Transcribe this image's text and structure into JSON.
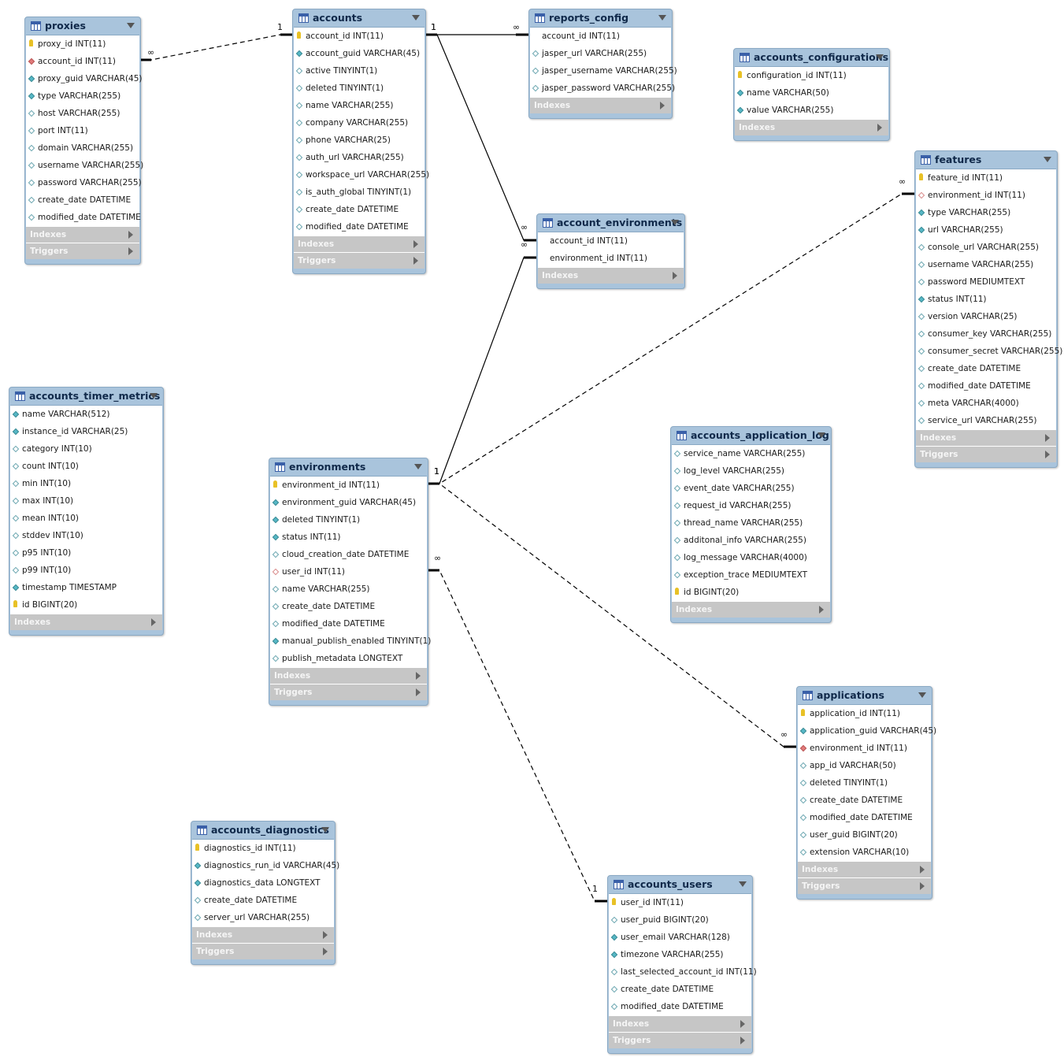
{
  "sections": {
    "indexes": "Indexes",
    "triggers": "Triggers"
  },
  "colors": {
    "header": "#a9c4dc",
    "section_bar": "#c6c6c6",
    "primary_key": "#e8c126",
    "not_null": "#56b8c6",
    "foreign_key": "#e17b7b"
  },
  "tables": [
    {
      "name": "proxies",
      "triggers": true,
      "columns": [
        {
          "text": "proxy_id INT(11)",
          "icon": "pk"
        },
        {
          "text": "account_id INT(11)",
          "icon": "fk"
        },
        {
          "text": "proxy_guid VARCHAR(45)",
          "icon": "nn"
        },
        {
          "text": "type VARCHAR(255)",
          "icon": "nn"
        },
        {
          "text": "host VARCHAR(255)",
          "icon": "nullable"
        },
        {
          "text": "port INT(11)",
          "icon": "nullable"
        },
        {
          "text": "domain VARCHAR(255)",
          "icon": "nullable"
        },
        {
          "text": "username VARCHAR(255)",
          "icon": "nullable"
        },
        {
          "text": "password VARCHAR(255)",
          "icon": "nullable"
        },
        {
          "text": "create_date DATETIME",
          "icon": "nullable"
        },
        {
          "text": "modified_date DATETIME",
          "icon": "nullable"
        }
      ]
    },
    {
      "name": "accounts",
      "triggers": true,
      "columns": [
        {
          "text": "account_id INT(11)",
          "icon": "pk"
        },
        {
          "text": "account_guid VARCHAR(45)",
          "icon": "nn"
        },
        {
          "text": "active TINYINT(1)",
          "icon": "nullable"
        },
        {
          "text": "deleted TINYINT(1)",
          "icon": "nullable"
        },
        {
          "text": "name VARCHAR(255)",
          "icon": "nullable"
        },
        {
          "text": "company VARCHAR(255)",
          "icon": "nullable"
        },
        {
          "text": "phone VARCHAR(25)",
          "icon": "nullable"
        },
        {
          "text": "auth_url VARCHAR(255)",
          "icon": "nullable"
        },
        {
          "text": "workspace_url VARCHAR(255)",
          "icon": "nullable"
        },
        {
          "text": "is_auth_global TINYINT(1)",
          "icon": "nullable"
        },
        {
          "text": "create_date DATETIME",
          "icon": "nullable"
        },
        {
          "text": "modified_date DATETIME",
          "icon": "nullable"
        }
      ]
    },
    {
      "name": "reports_config",
      "triggers": false,
      "columns": [
        {
          "text": "account_id INT(11)",
          "icon": "none"
        },
        {
          "text": "jasper_url VARCHAR(255)",
          "icon": "nullable"
        },
        {
          "text": "jasper_username VARCHAR(255)",
          "icon": "nullable"
        },
        {
          "text": "jasper_password VARCHAR(255)",
          "icon": "nullable"
        }
      ]
    },
    {
      "name": "accounts_configurations",
      "triggers": false,
      "columns": [
        {
          "text": "configuration_id INT(11)",
          "icon": "pk"
        },
        {
          "text": "name VARCHAR(50)",
          "icon": "nn"
        },
        {
          "text": "value VARCHAR(255)",
          "icon": "nn"
        }
      ]
    },
    {
      "name": "account_environments",
      "triggers": false,
      "columns": [
        {
          "text": "account_id INT(11)",
          "icon": "none"
        },
        {
          "text": "environment_id INT(11)",
          "icon": "none"
        }
      ]
    },
    {
      "name": "features",
      "triggers": true,
      "columns": [
        {
          "text": "feature_id INT(11)",
          "icon": "pk"
        },
        {
          "text": "environment_id INT(11)",
          "icon": "fkn"
        },
        {
          "text": "type VARCHAR(255)",
          "icon": "nn"
        },
        {
          "text": "url VARCHAR(255)",
          "icon": "nn"
        },
        {
          "text": "console_url VARCHAR(255)",
          "icon": "nullable"
        },
        {
          "text": "username VARCHAR(255)",
          "icon": "nullable"
        },
        {
          "text": "password MEDIUMTEXT",
          "icon": "nullable"
        },
        {
          "text": "status INT(11)",
          "icon": "nn"
        },
        {
          "text": "version VARCHAR(25)",
          "icon": "nullable"
        },
        {
          "text": "consumer_key VARCHAR(255)",
          "icon": "nullable"
        },
        {
          "text": "consumer_secret VARCHAR(255)",
          "icon": "nullable"
        },
        {
          "text": "create_date DATETIME",
          "icon": "nullable"
        },
        {
          "text": "modified_date DATETIME",
          "icon": "nullable"
        },
        {
          "text": "meta VARCHAR(4000)",
          "icon": "nullable"
        },
        {
          "text": "service_url VARCHAR(255)",
          "icon": "nullable"
        }
      ]
    },
    {
      "name": "accounts_timer_metrics",
      "triggers": false,
      "columns": [
        {
          "text": "name VARCHAR(512)",
          "icon": "nn"
        },
        {
          "text": "instance_id VARCHAR(25)",
          "icon": "nn"
        },
        {
          "text": "category INT(10)",
          "icon": "nullable"
        },
        {
          "text": "count INT(10)",
          "icon": "nullable"
        },
        {
          "text": "min INT(10)",
          "icon": "nullable"
        },
        {
          "text": "max INT(10)",
          "icon": "nullable"
        },
        {
          "text": "mean INT(10)",
          "icon": "nullable"
        },
        {
          "text": "stddev INT(10)",
          "icon": "nullable"
        },
        {
          "text": "p95 INT(10)",
          "icon": "nullable"
        },
        {
          "text": "p99 INT(10)",
          "icon": "nullable"
        },
        {
          "text": "timestamp TIMESTAMP",
          "icon": "nn"
        },
        {
          "text": "id BIGINT(20)",
          "icon": "pk"
        }
      ]
    },
    {
      "name": "environments",
      "triggers": true,
      "columns": [
        {
          "text": "environment_id INT(11)",
          "icon": "pk"
        },
        {
          "text": "environment_guid VARCHAR(45)",
          "icon": "nn"
        },
        {
          "text": "deleted TINYINT(1)",
          "icon": "nn"
        },
        {
          "text": "status INT(11)",
          "icon": "nn"
        },
        {
          "text": "cloud_creation_date DATETIME",
          "icon": "nullable"
        },
        {
          "text": "user_id INT(11)",
          "icon": "fkn"
        },
        {
          "text": "name VARCHAR(255)",
          "icon": "nullable"
        },
        {
          "text": "create_date DATETIME",
          "icon": "nullable"
        },
        {
          "text": "modified_date DATETIME",
          "icon": "nullable"
        },
        {
          "text": "manual_publish_enabled TINYINT(1)",
          "icon": "nn"
        },
        {
          "text": "publish_metadata LONGTEXT",
          "icon": "nullable"
        }
      ]
    },
    {
      "name": "accounts_application_log",
      "triggers": false,
      "columns": [
        {
          "text": "service_name VARCHAR(255)",
          "icon": "nullable"
        },
        {
          "text": "log_level VARCHAR(255)",
          "icon": "nullable"
        },
        {
          "text": "event_date VARCHAR(255)",
          "icon": "nullable"
        },
        {
          "text": "request_id VARCHAR(255)",
          "icon": "nullable"
        },
        {
          "text": "thread_name VARCHAR(255)",
          "icon": "nullable"
        },
        {
          "text": "additonal_info VARCHAR(255)",
          "icon": "nullable"
        },
        {
          "text": "log_message VARCHAR(4000)",
          "icon": "nullable"
        },
        {
          "text": "exception_trace MEDIUMTEXT",
          "icon": "nullable"
        },
        {
          "text": "id BIGINT(20)",
          "icon": "pk"
        }
      ]
    },
    {
      "name": "applications",
      "triggers": true,
      "columns": [
        {
          "text": "application_id INT(11)",
          "icon": "pk"
        },
        {
          "text": "application_guid VARCHAR(45)",
          "icon": "nn"
        },
        {
          "text": "environment_id INT(11)",
          "icon": "fk"
        },
        {
          "text": "app_id VARCHAR(50)",
          "icon": "nullable"
        },
        {
          "text": "deleted TINYINT(1)",
          "icon": "nullable"
        },
        {
          "text": "create_date DATETIME",
          "icon": "nullable"
        },
        {
          "text": "modified_date DATETIME",
          "icon": "nullable"
        },
        {
          "text": "user_guid BIGINT(20)",
          "icon": "nullable"
        },
        {
          "text": "extension VARCHAR(10)",
          "icon": "nullable"
        }
      ]
    },
    {
      "name": "accounts_diagnostics",
      "triggers": true,
      "columns": [
        {
          "text": "diagnostics_id INT(11)",
          "icon": "pk"
        },
        {
          "text": "diagnostics_run_id VARCHAR(45)",
          "icon": "nn"
        },
        {
          "text": "diagnostics_data LONGTEXT",
          "icon": "nn"
        },
        {
          "text": "create_date DATETIME",
          "icon": "nullable"
        },
        {
          "text": "server_url VARCHAR(255)",
          "icon": "nullable"
        }
      ]
    },
    {
      "name": "accounts_users",
      "triggers": true,
      "columns": [
        {
          "text": "user_id INT(11)",
          "icon": "pk"
        },
        {
          "text": "user_puid BIGINT(20)",
          "icon": "nullable"
        },
        {
          "text": "user_email VARCHAR(128)",
          "icon": "nn"
        },
        {
          "text": "timezone VARCHAR(255)",
          "icon": "nn"
        },
        {
          "text": "last_selected_account_id INT(11)",
          "icon": "nullable"
        },
        {
          "text": "create_date DATETIME",
          "icon": "nullable"
        },
        {
          "text": "modified_date DATETIME",
          "icon": "nullable"
        }
      ]
    }
  ],
  "relationships": [
    {
      "from": "proxies",
      "to": "accounts",
      "label_from": "∞",
      "label_to": "1",
      "style": "dashed"
    },
    {
      "from": "accounts",
      "to": "reports_config",
      "label_from": "1",
      "label_to": "∞",
      "style": "solid"
    },
    {
      "from": "accounts",
      "to": "account_environments",
      "label_from": "1",
      "label_to": "∞",
      "style": "solid"
    },
    {
      "from": "environments",
      "to": "account_environments",
      "label_from": "1",
      "label_to": "∞",
      "style": "solid"
    },
    {
      "from": "environments",
      "to": "features",
      "label_from": "1",
      "label_to": "∞",
      "style": "dashed"
    },
    {
      "from": "environments",
      "to": "applications",
      "label_from": "1",
      "label_to": "∞",
      "style": "dashed"
    },
    {
      "from": "environments",
      "to": "accounts_users",
      "label_from": "∞",
      "label_to": "1",
      "style": "dashed"
    }
  ]
}
